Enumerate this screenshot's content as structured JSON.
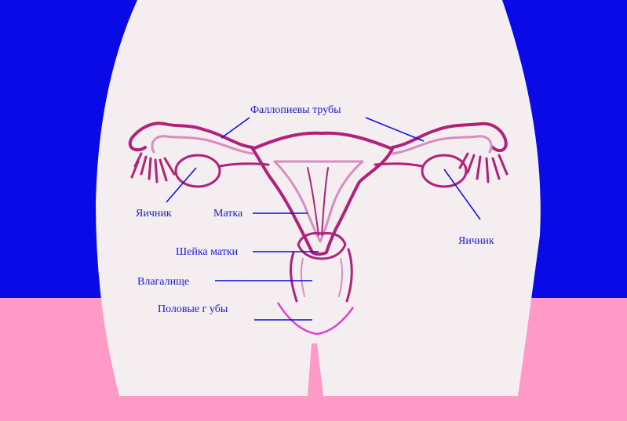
{
  "colors": {
    "sky": "#0a0ae6",
    "floor": "#ff99c6",
    "body": "#f4eef1",
    "organ": "#b0227a",
    "organ_light": "#d98cc0",
    "leader_line": "#0a0ae6",
    "label_text": "#1a1acc",
    "labia_curve": "#e040d0"
  },
  "labels": {
    "fallopian_tubes": "Фаллопиевы  трубы",
    "ovary_left": "Яичник",
    "uterus": "Матка",
    "ovary_right": "Яичник",
    "cervix": "Шейка матки",
    "vagina": "Влагалище",
    "labia": "Половые г убы"
  }
}
